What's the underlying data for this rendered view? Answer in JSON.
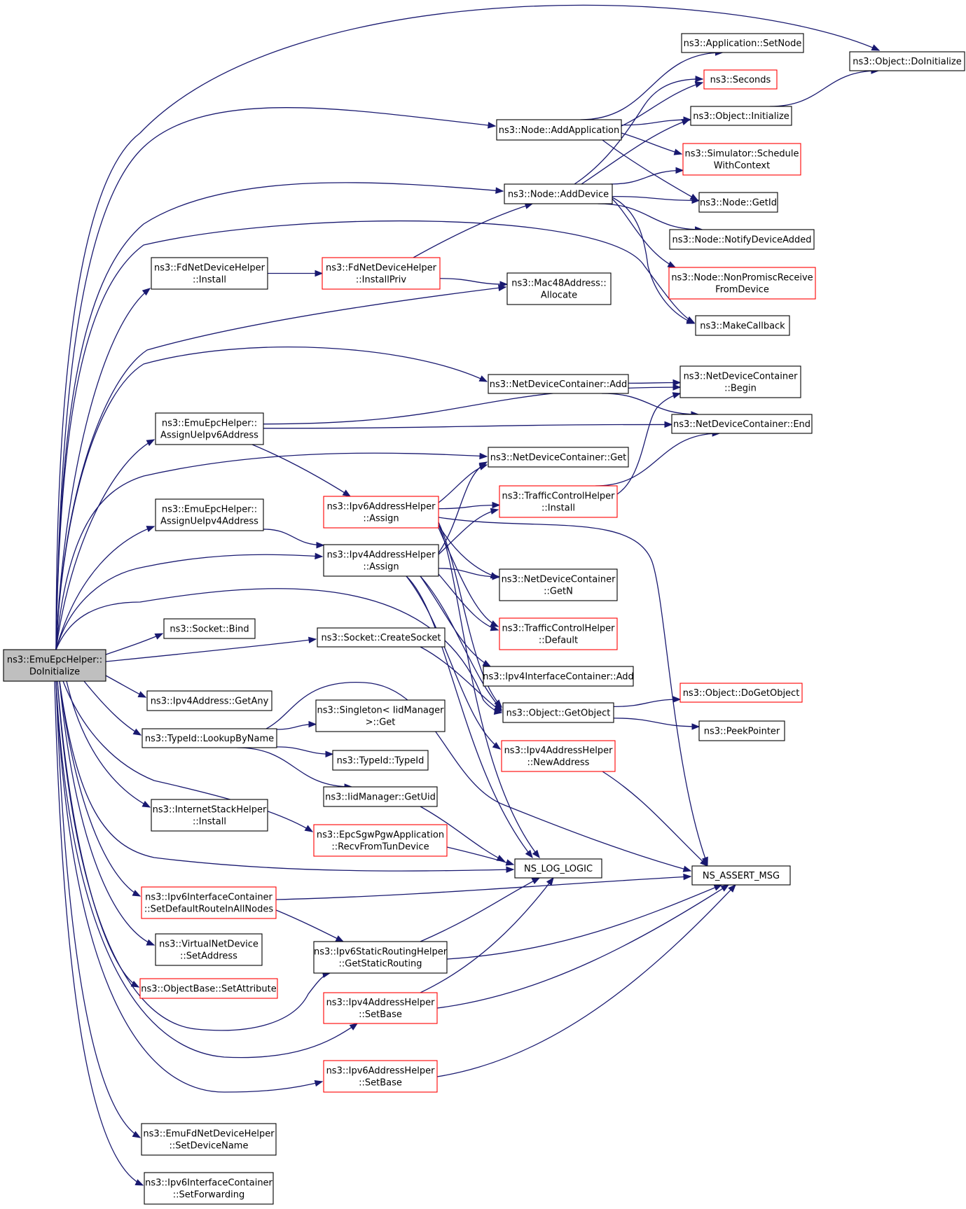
{
  "diagram": {
    "nodes": [
      {
        "id": "root",
        "lines": [
          "ns3::EmuEpcHelper::",
          "DoInitialize"
        ],
        "style": "root"
      },
      {
        "id": "obj_doinit",
        "lines": [
          "ns3::Object::DoInitialize"
        ],
        "style": "black"
      },
      {
        "id": "app_setnode",
        "lines": [
          "ns3::Application::SetNode"
        ],
        "style": "black"
      },
      {
        "id": "seconds",
        "lines": [
          "ns3::Seconds"
        ],
        "style": "red"
      },
      {
        "id": "node_addapp",
        "lines": [
          "ns3::Node::AddApplication"
        ],
        "style": "black"
      },
      {
        "id": "obj_init",
        "lines": [
          "ns3::Object::Initialize"
        ],
        "style": "black"
      },
      {
        "id": "sim_sched",
        "lines": [
          "ns3::Simulator::Schedule",
          "WithContext"
        ],
        "style": "red"
      },
      {
        "id": "node_adddev",
        "lines": [
          "ns3::Node::AddDevice"
        ],
        "style": "black"
      },
      {
        "id": "node_getid",
        "lines": [
          "ns3::Node::GetId"
        ],
        "style": "black"
      },
      {
        "id": "node_notify",
        "lines": [
          "ns3::Node::NotifyDeviceAdded"
        ],
        "style": "black"
      },
      {
        "id": "fd_install",
        "lines": [
          "ns3::FdNetDeviceHelper",
          "::Install"
        ],
        "style": "black"
      },
      {
        "id": "fd_installpriv",
        "lines": [
          "ns3::FdNetDeviceHelper",
          "::InstallPriv"
        ],
        "style": "red"
      },
      {
        "id": "node_nonpromisc",
        "lines": [
          "ns3::Node::NonPromiscReceive",
          "FromDevice"
        ],
        "style": "red"
      },
      {
        "id": "mac48",
        "lines": [
          "ns3::Mac48Address::",
          "Allocate"
        ],
        "style": "black"
      },
      {
        "id": "makecb",
        "lines": [
          "ns3::MakeCallback"
        ],
        "style": "black"
      },
      {
        "id": "ndc_add",
        "lines": [
          "ns3::NetDeviceContainer::Add"
        ],
        "style": "black"
      },
      {
        "id": "ndc_begin",
        "lines": [
          "ns3::NetDeviceContainer",
          "::Begin"
        ],
        "style": "black"
      },
      {
        "id": "assign6",
        "lines": [
          "ns3::EmuEpcHelper::",
          "AssignUeIpv6Address"
        ],
        "style": "black"
      },
      {
        "id": "ndc_end",
        "lines": [
          "ns3::NetDeviceContainer::End"
        ],
        "style": "black"
      },
      {
        "id": "ndc_get",
        "lines": [
          "ns3::NetDeviceContainer::Get"
        ],
        "style": "black"
      },
      {
        "id": "ipv6ah_assign",
        "lines": [
          "ns3::Ipv6AddressHelper",
          "::Assign"
        ],
        "style": "red"
      },
      {
        "id": "tch_install",
        "lines": [
          "ns3::TrafficControlHelper",
          "::Install"
        ],
        "style": "red"
      },
      {
        "id": "assign4",
        "lines": [
          "ns3::EmuEpcHelper::",
          "AssignUeIpv4Address"
        ],
        "style": "black"
      },
      {
        "id": "ipv4ah_assign",
        "lines": [
          "ns3::Ipv4AddressHelper",
          "::Assign"
        ],
        "style": "black"
      },
      {
        "id": "ndc_getn",
        "lines": [
          "ns3::NetDeviceContainer",
          "::GetN"
        ],
        "style": "black"
      },
      {
        "id": "tch_default",
        "lines": [
          "ns3::TrafficControlHelper",
          "::Default"
        ],
        "style": "red"
      },
      {
        "id": "sock_bind",
        "lines": [
          "ns3::Socket::Bind"
        ],
        "style": "black"
      },
      {
        "id": "sock_create",
        "lines": [
          "ns3::Socket::CreateSocket"
        ],
        "style": "black"
      },
      {
        "id": "ipv4ic_add",
        "lines": [
          "ns3::Ipv4InterfaceContainer::Add"
        ],
        "style": "black"
      },
      {
        "id": "ipv4_getany",
        "lines": [
          "ns3::Ipv4Address::GetAny"
        ],
        "style": "black"
      },
      {
        "id": "obj_dogetobj",
        "lines": [
          "ns3::Object::DoGetObject"
        ],
        "style": "red"
      },
      {
        "id": "singleton",
        "lines": [
          "ns3::Singleton< IidManager",
          ">::Get"
        ],
        "style": "black"
      },
      {
        "id": "obj_getobj",
        "lines": [
          "ns3::Object::GetObject"
        ],
        "style": "black"
      },
      {
        "id": "typeid_lookup",
        "lines": [
          "ns3::TypeId::LookupByName"
        ],
        "style": "black"
      },
      {
        "id": "peekptr",
        "lines": [
          "ns3::PeekPointer"
        ],
        "style": "black"
      },
      {
        "id": "ipv4ah_newaddr",
        "lines": [
          "ns3::Ipv4AddressHelper",
          "::NewAddress"
        ],
        "style": "red"
      },
      {
        "id": "typeid_typeid",
        "lines": [
          "ns3::TypeId::TypeId"
        ],
        "style": "black"
      },
      {
        "id": "iid_getuid",
        "lines": [
          "ns3::IidManager::GetUid"
        ],
        "style": "black"
      },
      {
        "id": "ish_install",
        "lines": [
          "ns3::InternetStackHelper",
          "::Install"
        ],
        "style": "black"
      },
      {
        "id": "sgw_recv",
        "lines": [
          "ns3::EpcSgwPgwApplication",
          "::RecvFromTunDevice"
        ],
        "style": "red"
      },
      {
        "id": "ns_log",
        "lines": [
          "NS_LOG_LOGIC"
        ],
        "style": "black"
      },
      {
        "id": "ns_assert",
        "lines": [
          "NS_ASSERT_MSG"
        ],
        "style": "black"
      },
      {
        "id": "ipv6ic_setdef",
        "lines": [
          "ns3::Ipv6InterfaceContainer",
          "::SetDefaultRouteInAllNodes"
        ],
        "style": "red"
      },
      {
        "id": "vnd_setaddr",
        "lines": [
          "ns3::VirtualNetDevice",
          "::SetAddress"
        ],
        "style": "black"
      },
      {
        "id": "ipv6srh_get",
        "lines": [
          "ns3::Ipv6StaticRoutingHelper",
          "::GetStaticRouting"
        ],
        "style": "black"
      },
      {
        "id": "objbase_setattr",
        "lines": [
          "ns3::ObjectBase::SetAttribute"
        ],
        "style": "red"
      },
      {
        "id": "ipv4ah_setbase",
        "lines": [
          "ns3::Ipv4AddressHelper",
          "::SetBase"
        ],
        "style": "red"
      },
      {
        "id": "ipv6ah_setbase",
        "lines": [
          "ns3::Ipv6AddressHelper",
          "::SetBase"
        ],
        "style": "red"
      },
      {
        "id": "emufd_setname",
        "lines": [
          "ns3::EmuFdNetDeviceHelper",
          "::SetDeviceName"
        ],
        "style": "black"
      },
      {
        "id": "ipv6ic_setfwd",
        "lines": [
          "ns3::Ipv6InterfaceContainer",
          "::SetForwarding"
        ],
        "style": "black"
      }
    ],
    "edges": [
      {
        "from": "root",
        "to": "obj_doinit"
      },
      {
        "from": "root",
        "to": "node_addapp"
      },
      {
        "from": "root",
        "to": "node_adddev"
      },
      {
        "from": "root",
        "to": "makecb"
      },
      {
        "from": "root",
        "to": "fd_install"
      },
      {
        "from": "root",
        "to": "mac48"
      },
      {
        "from": "root",
        "to": "ndc_add"
      },
      {
        "from": "root",
        "to": "assign6"
      },
      {
        "from": "root",
        "to": "ndc_get"
      },
      {
        "from": "root",
        "to": "assign4"
      },
      {
        "from": "root",
        "to": "ipv4ah_assign"
      },
      {
        "from": "root",
        "to": "obj_getobj"
      },
      {
        "from": "root",
        "to": "sock_bind"
      },
      {
        "from": "root",
        "to": "sock_create"
      },
      {
        "from": "root",
        "to": "ipv4_getany"
      },
      {
        "from": "root",
        "to": "typeid_lookup"
      },
      {
        "from": "root",
        "to": "ish_install"
      },
      {
        "from": "root",
        "to": "sgw_recv"
      },
      {
        "from": "root",
        "to": "ns_log"
      },
      {
        "from": "root",
        "to": "ipv6ic_setdef"
      },
      {
        "from": "root",
        "to": "vnd_setaddr"
      },
      {
        "from": "root",
        "to": "objbase_setattr"
      },
      {
        "from": "root",
        "to": "ipv6srh_get"
      },
      {
        "from": "root",
        "to": "ipv4ah_setbase"
      },
      {
        "from": "root",
        "to": "ipv6ah_setbase"
      },
      {
        "from": "root",
        "to": "emufd_setname"
      },
      {
        "from": "root",
        "to": "ipv6ic_setfwd"
      },
      {
        "from": "node_addapp",
        "to": "app_setnode"
      },
      {
        "from": "node_addapp",
        "to": "seconds"
      },
      {
        "from": "node_addapp",
        "to": "obj_init"
      },
      {
        "from": "node_addapp",
        "to": "sim_sched"
      },
      {
        "from": "node_addapp",
        "to": "node_getid"
      },
      {
        "from": "obj_init",
        "to": "obj_doinit"
      },
      {
        "from": "node_adddev",
        "to": "seconds"
      },
      {
        "from": "node_adddev",
        "to": "obj_init"
      },
      {
        "from": "node_adddev",
        "to": "sim_sched"
      },
      {
        "from": "node_adddev",
        "to": "node_getid"
      },
      {
        "from": "node_adddev",
        "to": "node_notify"
      },
      {
        "from": "node_adddev",
        "to": "node_nonpromisc"
      },
      {
        "from": "node_adddev",
        "to": "makecb"
      },
      {
        "from": "fd_install",
        "to": "fd_installpriv"
      },
      {
        "from": "fd_installpriv",
        "to": "node_adddev"
      },
      {
        "from": "fd_installpriv",
        "to": "mac48"
      },
      {
        "from": "ndc_add",
        "to": "ndc_begin"
      },
      {
        "from": "ndc_add",
        "to": "ndc_end"
      },
      {
        "from": "assign6",
        "to": "ndc_begin"
      },
      {
        "from": "assign6",
        "to": "ndc_end"
      },
      {
        "from": "assign6",
        "to": "ipv6ah_assign"
      },
      {
        "from": "assign4",
        "to": "ipv4ah_assign"
      },
      {
        "from": "ipv6ah_assign",
        "to": "ndc_get"
      },
      {
        "from": "ipv6ah_assign",
        "to": "tch_install"
      },
      {
        "from": "ipv6ah_assign",
        "to": "ndc_getn"
      },
      {
        "from": "ipv6ah_assign",
        "to": "tch_default"
      },
      {
        "from": "ipv6ah_assign",
        "to": "obj_getobj"
      },
      {
        "from": "ipv6ah_assign",
        "to": "ns_log"
      },
      {
        "from": "ipv6ah_assign",
        "to": "ns_assert"
      },
      {
        "from": "ipv4ah_assign",
        "to": "ndc_get"
      },
      {
        "from": "ipv4ah_assign",
        "to": "tch_install"
      },
      {
        "from": "ipv4ah_assign",
        "to": "ndc_getn"
      },
      {
        "from": "ipv4ah_assign",
        "to": "tch_default"
      },
      {
        "from": "ipv4ah_assign",
        "to": "ipv4ic_add"
      },
      {
        "from": "ipv4ah_assign",
        "to": "obj_getobj"
      },
      {
        "from": "ipv4ah_assign",
        "to": "ipv4ah_newaddr"
      },
      {
        "from": "ipv4ah_assign",
        "to": "ns_log"
      },
      {
        "from": "tch_install",
        "to": "ndc_begin"
      },
      {
        "from": "tch_install",
        "to": "ndc_end"
      },
      {
        "from": "sock_create",
        "to": "obj_getobj"
      },
      {
        "from": "typeid_lookup",
        "to": "singleton"
      },
      {
        "from": "typeid_lookup",
        "to": "typeid_typeid"
      },
      {
        "from": "typeid_lookup",
        "to": "iid_getuid"
      },
      {
        "from": "typeid_lookup",
        "to": "ns_assert"
      },
      {
        "from": "iid_getuid",
        "to": "ns_log"
      },
      {
        "from": "obj_getobj",
        "to": "obj_dogetobj"
      },
      {
        "from": "obj_getobj",
        "to": "peekptr"
      },
      {
        "from": "ipv4ah_newaddr",
        "to": "ns_assert"
      },
      {
        "from": "sgw_recv",
        "to": "ns_log"
      },
      {
        "from": "ipv6ic_setdef",
        "to": "ns_assert"
      },
      {
        "from": "ipv6ic_setdef",
        "to": "ipv6srh_get"
      },
      {
        "from": "ipv6srh_get",
        "to": "ns_log"
      },
      {
        "from": "ipv6srh_get",
        "to": "ns_assert"
      },
      {
        "from": "ipv4ah_setbase",
        "to": "ns_log"
      },
      {
        "from": "ipv4ah_setbase",
        "to": "ns_assert"
      },
      {
        "from": "ipv6ah_setbase",
        "to": "ns_assert"
      }
    ]
  }
}
